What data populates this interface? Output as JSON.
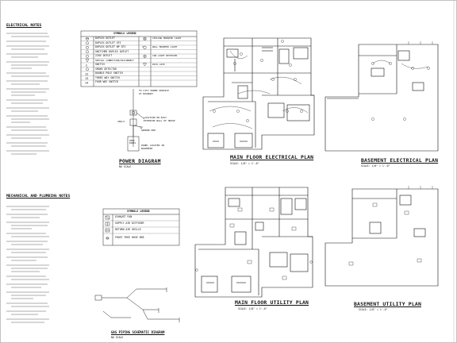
{
  "electrical_notes": {
    "title": "ELECTRICAL NOTES"
  },
  "symbols_legend_top": {
    "title": "SYMBOLS LEGEND",
    "items": [
      "DUPLEX OUTLET",
      "DUPLEX OUTLET GFI",
      "DUPLEX OUTLET WP GFI",
      "SWITCHED DUPLEX OUTLET",
      "220V OUTLET",
      "SPECIAL CONNECTION/DISCONNECT",
      "SWITCH",
      "SMOKE DETECTOR",
      "DOUBLE POLE SWITCH",
      "THREE WAY SWITCH",
      "FOUR WAY SWITCH"
    ],
    "items_right": [
      "CEILING MOUNTED LIGHT",
      "WALL MOUNTED LIGHT",
      "CAN LIGHT RECESSED",
      "DATA JACK"
    ]
  },
  "power_diagram": {
    "title": "POWER DIAGRAM",
    "scale": "NO SCALE",
    "label_service": "TO CITY POWER SERVICE AT ROADWAY",
    "label_meter": "METER",
    "label_location": "LOCATION ON EAST EXTERIOR WALL OF HOUSE",
    "label_200a": "200/2",
    "label_panel": "200A PANEL",
    "label_panel_loc": "PANEL LOCATED IN BASEMENT",
    "label_ground": "GROUND ROD"
  },
  "main_floor_electrical": {
    "title": "MAIN FLOOR ELECTRICAL PLAN",
    "scale": "SCALE: 1/8\" = 1'-0\""
  },
  "basement_electrical": {
    "title": "BASEMENT ELECTRICAL PLAN",
    "scale": "SCALE: 1/8\" = 1'-0\""
  },
  "mechanical_notes": {
    "title": "MECHANICAL AND PLUMBING NOTES"
  },
  "symbols_legend_bottom": {
    "title": "SYMBOLS LEGEND",
    "items": [
      "EXHAUST FAN",
      "SUPPLY AIR DIFFUSER",
      "RETURN AIR GRILLE",
      "FROST FREE HOSE BIB"
    ]
  },
  "main_floor_utility": {
    "title": "MAIN FLOOR UTILITY PLAN",
    "scale": "SCALE: 1/8\" = 1'-0\""
  },
  "basement_utility": {
    "title": "BASEMENT UTILITY PLAN",
    "scale": "SCALE: 1/8\" = 1'-0\""
  },
  "gas_piping": {
    "title": "GAS PIPING SCHEMATIC DIAGRAM",
    "scale": "NO SCALE"
  }
}
